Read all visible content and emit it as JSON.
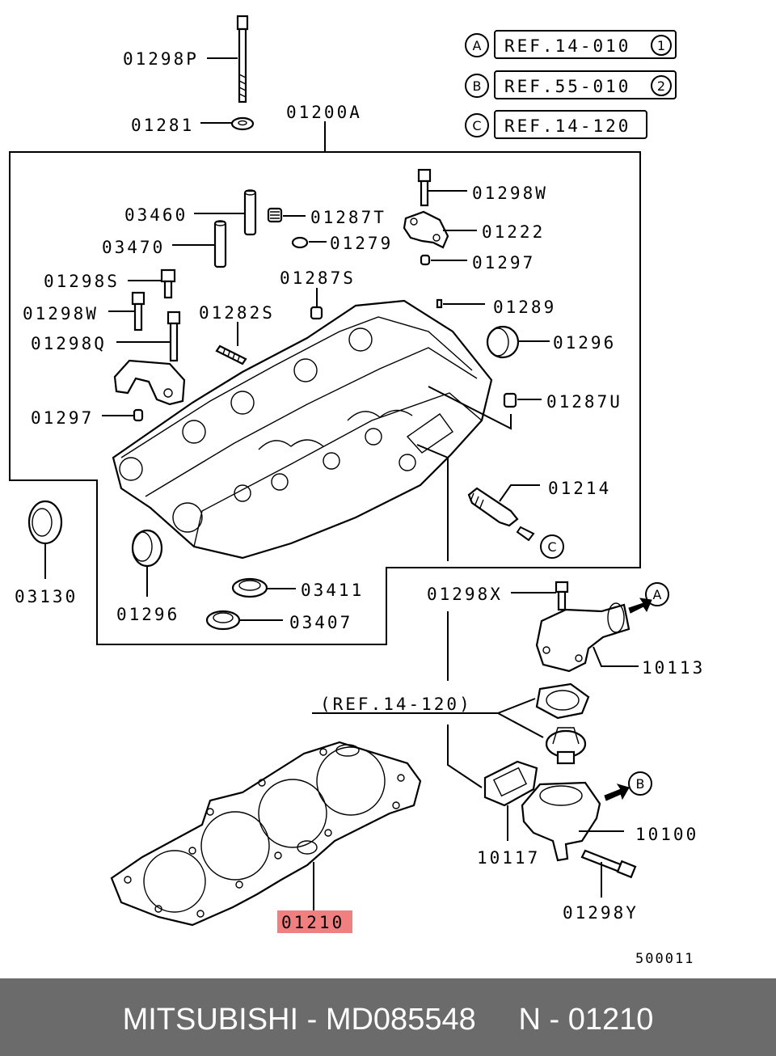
{
  "refs": [
    {
      "circle": "A",
      "text": "REF.14-010",
      "num": "1"
    },
    {
      "circle": "B",
      "text": "REF.55-010",
      "num": "2"
    },
    {
      "circle": "C",
      "text": "REF.14-120",
      "num": ""
    }
  ],
  "labels": {
    "p01298P": "01298P",
    "p01281": "01281",
    "p01200A": "01200A",
    "p01298W_top": "01298W",
    "p03460": "03460",
    "p01287T": "01287T",
    "p01222": "01222",
    "p03470": "03470",
    "p01279": "01279",
    "p01297_right": "01297",
    "p01298S": "01298S",
    "p01287S": "01287S",
    "p01298W_left": "01298W",
    "p01282S": "01282S",
    "p01289": "01289",
    "p01298Q": "01298Q",
    "p01296_right": "01296",
    "p01287U": "01287U",
    "p01297_left": "01297",
    "p01214": "01214",
    "p03130": "03130",
    "p01296_left": "01296",
    "p03411": "03411",
    "p03407": "03407",
    "p01298X": "01298X",
    "p10113": "10113",
    "ref_14_120": "(REF.14-120)",
    "p10100": "10100",
    "p10117": "10117",
    "p01298Y": "01298Y",
    "p01210": "01210",
    "diagram_id": "500011"
  },
  "circle_marks": {
    "a": "A",
    "b": "B",
    "c": "C"
  },
  "highlight_color": "#f08080",
  "footer": {
    "text": "MITSUBISHI - MD085548     N - 01210"
  }
}
